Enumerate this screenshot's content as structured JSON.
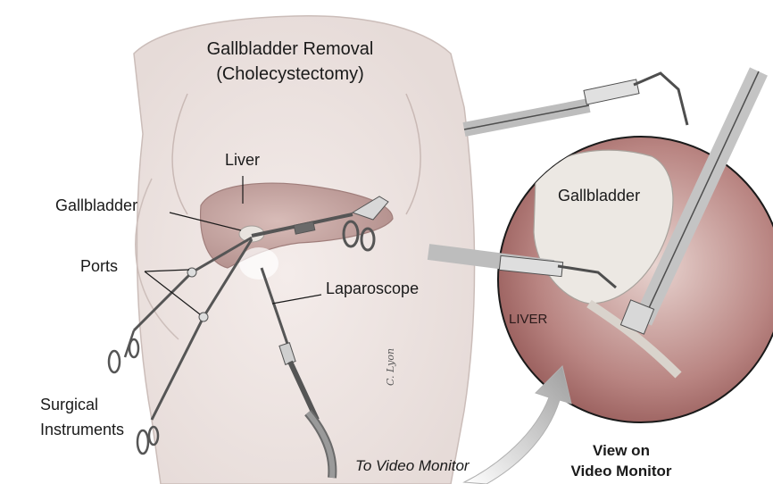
{
  "title": {
    "line1": "Gallbladder Removal",
    "line2": "(Cholecystectomy)"
  },
  "labels": {
    "liver": "Liver",
    "gallbladder": "Gallbladder",
    "ports": "Ports",
    "laparoscope": "Laparoscope",
    "surgical_line1": "Surgical",
    "surgical_line2": "Instruments",
    "to_video_monitor": "To Video Monitor"
  },
  "inset": {
    "gallbladder": "Gallbladder",
    "liver": "LIVER",
    "caption_line1": "View on",
    "caption_line2": "Video Monitor"
  },
  "signature": "C. Lyon",
  "colors": {
    "skin": "#efe6e3",
    "liver": "#c7a6a2",
    "liver_dark": "#8a4a48",
    "instrument": "#5a5a5a",
    "arrow": "#cfcfcf"
  }
}
